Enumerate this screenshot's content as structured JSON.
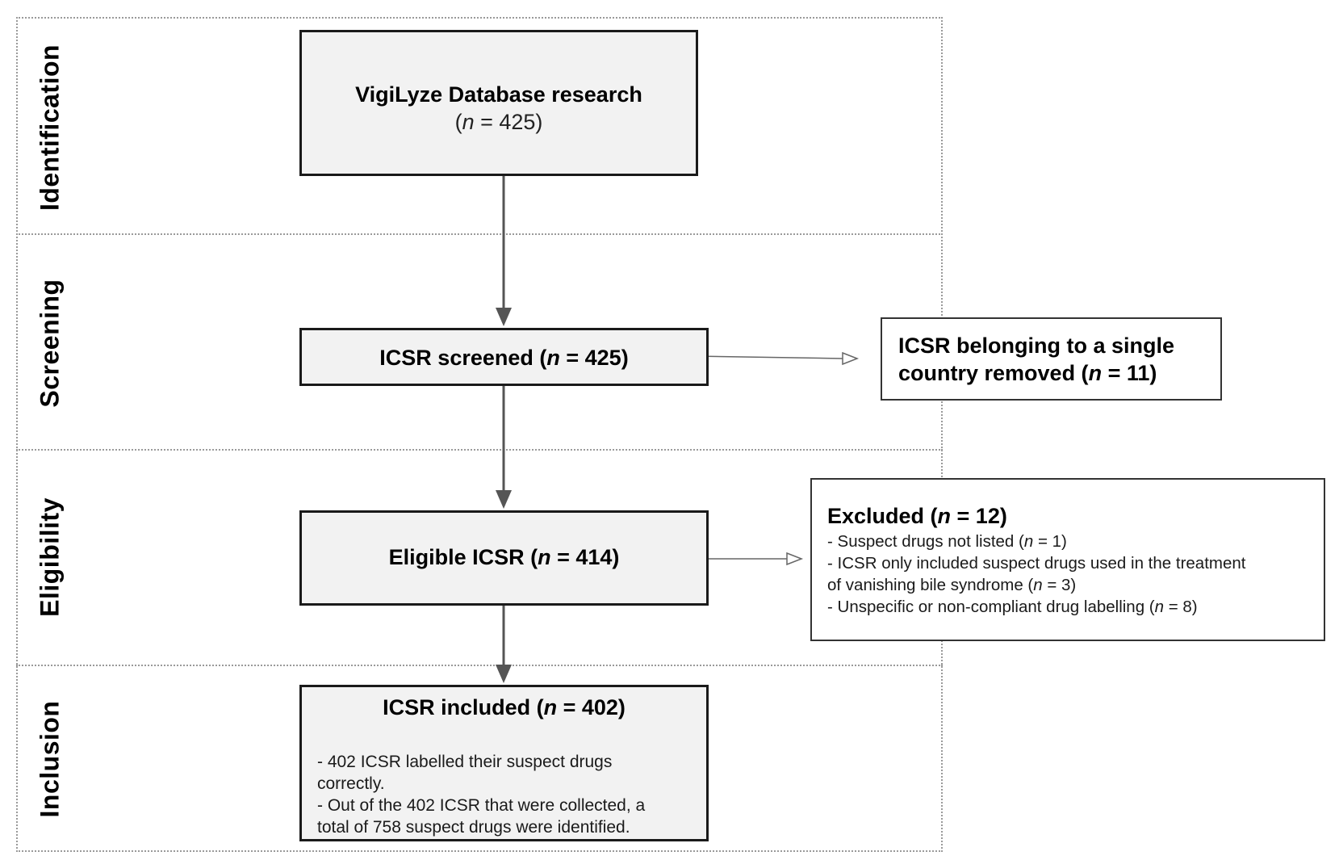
{
  "stages": {
    "identification": "Identification",
    "screening": "Screening",
    "eligibility": "Eligibility",
    "inclusion": "Inclusion"
  },
  "identification_box": {
    "title": "VigiLyze Database research",
    "n_prefix": "(",
    "n_symbol": "n",
    "n_value": " = 425)"
  },
  "screened_box": {
    "label": "ICSR screened (",
    "n_symbol": "n",
    "n_value": " = 425)"
  },
  "removed_box": {
    "line1": "ICSR belonging to a single",
    "line2_text": "country removed (",
    "n_symbol": "n",
    "n_value": " = 11)"
  },
  "eligible_box": {
    "label": "Eligible ICSR (",
    "n_symbol": "n",
    "n_value": " = 414)"
  },
  "excluded_box": {
    "title_text": "Excluded (",
    "n_symbol": "n",
    "n_value": " = 12)",
    "reason1_text": "- Suspect drugs not listed (",
    "reason1_n": "n",
    "reason1_value": " = 1)",
    "reason2_line1": "- ICSR only included suspect  drugs used in the treatment",
    "reason2_line2_text": "of vanishing bile syndrome (",
    "reason2_n": "n",
    "reason2_value": " = 3)",
    "reason3_text": "- Unspecific or non-compliant drug labelling (",
    "reason3_n": "n",
    "reason3_value": " = 8)"
  },
  "included_box": {
    "title_text": "ICSR included (",
    "n_symbol": "n",
    "n_value": " = 402)",
    "note1_line1": "- 402 ICSR labelled their suspect drugs",
    "note1_line2": "correctly.",
    "note2_line1": "- Out of the 402 ICSR that were collected, a",
    "note2_line2": "total of 758 suspect drugs were identified."
  }
}
